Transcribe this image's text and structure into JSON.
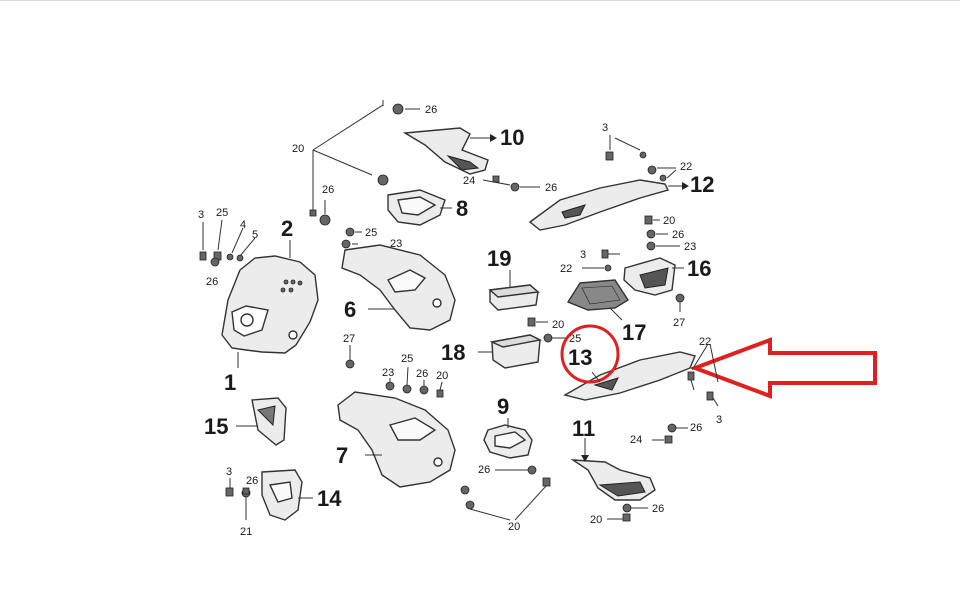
{
  "diagram": {
    "part_numbers": {
      "p1": "1",
      "p2": "2",
      "p6": "6",
      "p7": "7",
      "p8": "8",
      "p9": "9",
      "p10": "10",
      "p11": "11",
      "p12": "12",
      "p13": "13",
      "p14": "14",
      "p15": "15",
      "p16": "16",
      "p17": "17",
      "p18": "18",
      "p19": "19"
    },
    "hardware_labels": {
      "h3a": "3",
      "h3b": "3",
      "h3c": "3",
      "h3d": "3",
      "h3e": "3",
      "h4": "4",
      "h5": "5",
      "h20a": "20",
      "h20b": "20",
      "h20c": "20",
      "h20d": "20",
      "h20e": "20",
      "h20f": "20",
      "h21": "21",
      "h22a": "22",
      "h22b": "22",
      "h22c": "22",
      "h23a": "23",
      "h23b": "23",
      "h23c": "23",
      "h24a": "24",
      "h24b": "24",
      "h25a": "25",
      "h25b": "25",
      "h25c": "25",
      "h25d": "25",
      "h26a": "26",
      "h26b": "26",
      "h26c": "26",
      "h26d": "26",
      "h26e": "26",
      "h26f": "26",
      "h26g": "26",
      "h26h": "26",
      "h26i": "26",
      "h26j": "26",
      "h27a": "27",
      "h27b": "27"
    },
    "highlight": {
      "part": "13",
      "circle_color": "#e02020",
      "arrow_color": "#e02020"
    }
  }
}
